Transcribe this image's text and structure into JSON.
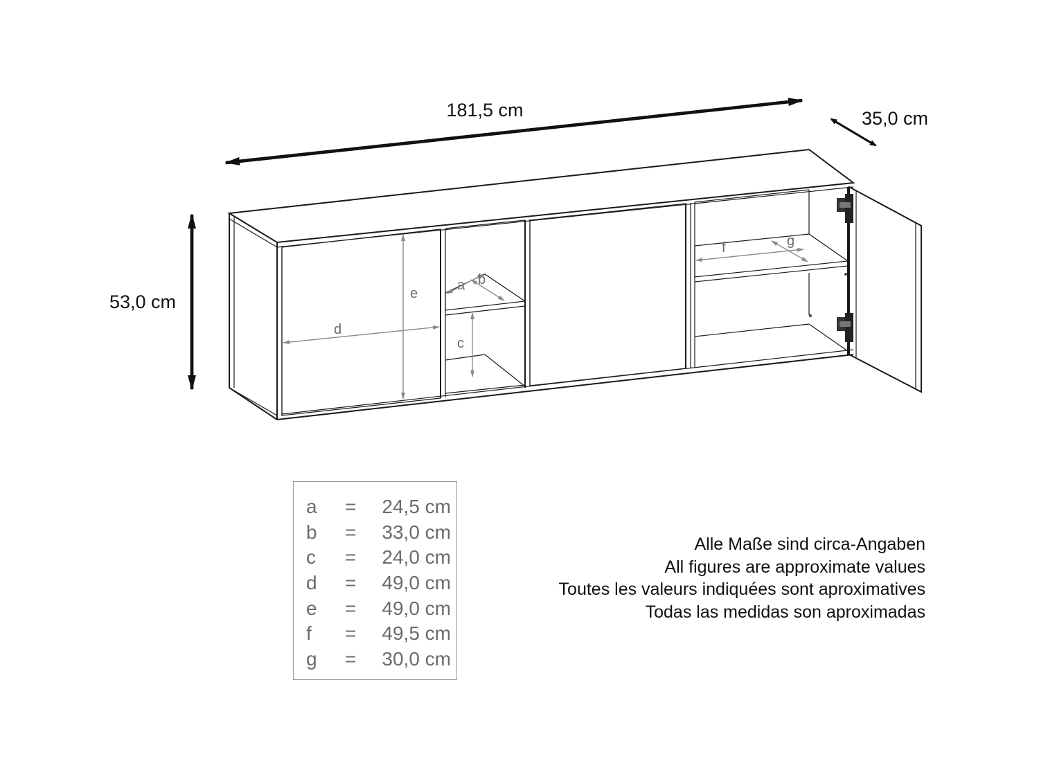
{
  "dimensions": {
    "width": "181,5 cm",
    "depth": "35,0 cm",
    "height": "53,0 cm"
  },
  "diagram_letters": [
    "a",
    "b",
    "c",
    "d",
    "e",
    "f",
    "g"
  ],
  "legend": [
    {
      "key": "a",
      "eq": "=",
      "value": "24,5 cm"
    },
    {
      "key": "b",
      "eq": "=",
      "value": "33,0 cm"
    },
    {
      "key": "c",
      "eq": "=",
      "value": "24,0 cm"
    },
    {
      "key": "d",
      "eq": "=",
      "value": "49,0 cm"
    },
    {
      "key": "e",
      "eq": "=",
      "value": "49,0 cm"
    },
    {
      "key": "f",
      "eq": "=",
      "value": "49,5 cm"
    },
    {
      "key": "g",
      "eq": "=",
      "value": "30,0 cm"
    }
  ],
  "notes": [
    "Alle Maße sind circa-Angaben",
    "All figures are approximate values",
    "Toutes les valeurs indiquées sont aproximatives",
    "Todas las medidas son aproximadas"
  ],
  "colors": {
    "ink": "#1a1a1a",
    "gray": "#8a8a8a",
    "legend_border": "#9a9a9a"
  }
}
